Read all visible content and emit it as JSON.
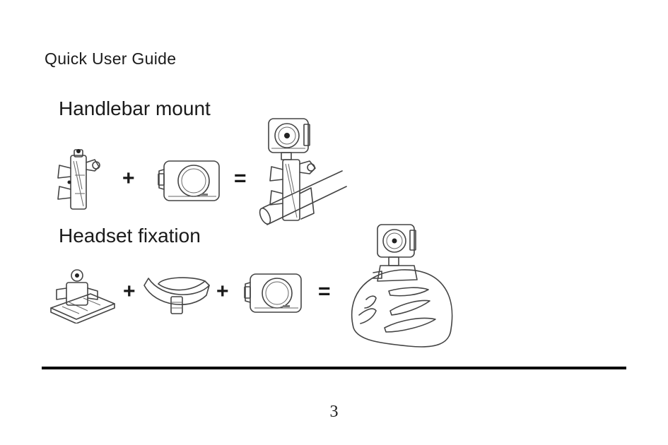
{
  "document": {
    "header": "Quick User Guide",
    "sections": [
      {
        "title": "Handlebar mount",
        "operators": [
          "+",
          "="
        ]
      },
      {
        "title": "Headset fixation",
        "operators": [
          "+",
          "+",
          "="
        ]
      }
    ],
    "page_number": "3"
  }
}
